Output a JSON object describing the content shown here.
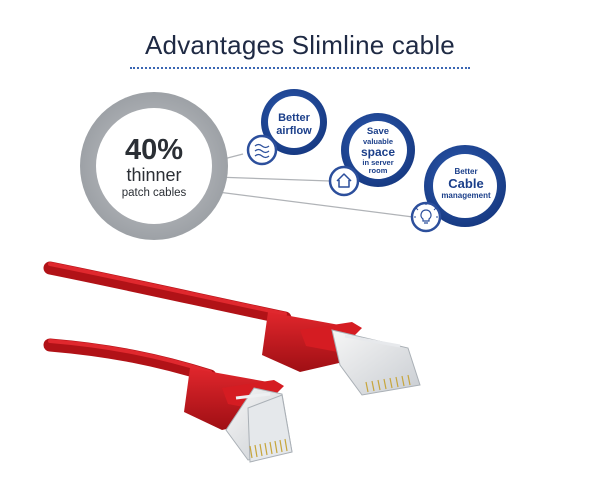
{
  "title": "Advantages Slimline cable",
  "main_circle": {
    "percent": "40%",
    "line1": "thinner",
    "line2": "patch cables"
  },
  "benefits": [
    {
      "lines": [
        "Better",
        "airflow"
      ],
      "icon": "airflow-icon"
    },
    {
      "lines": [
        "Save",
        "valuable",
        "space",
        "in server",
        "room"
      ],
      "icon": "house-icon"
    },
    {
      "lines": [
        "Better",
        "Cable",
        "management"
      ],
      "icon": "lightbulb-icon"
    }
  ],
  "colors": {
    "title": "#1f2a44",
    "accent_blue": "#1b3f8a",
    "ring_gray": "#a9acb0",
    "cable_red": "#c8141b"
  }
}
